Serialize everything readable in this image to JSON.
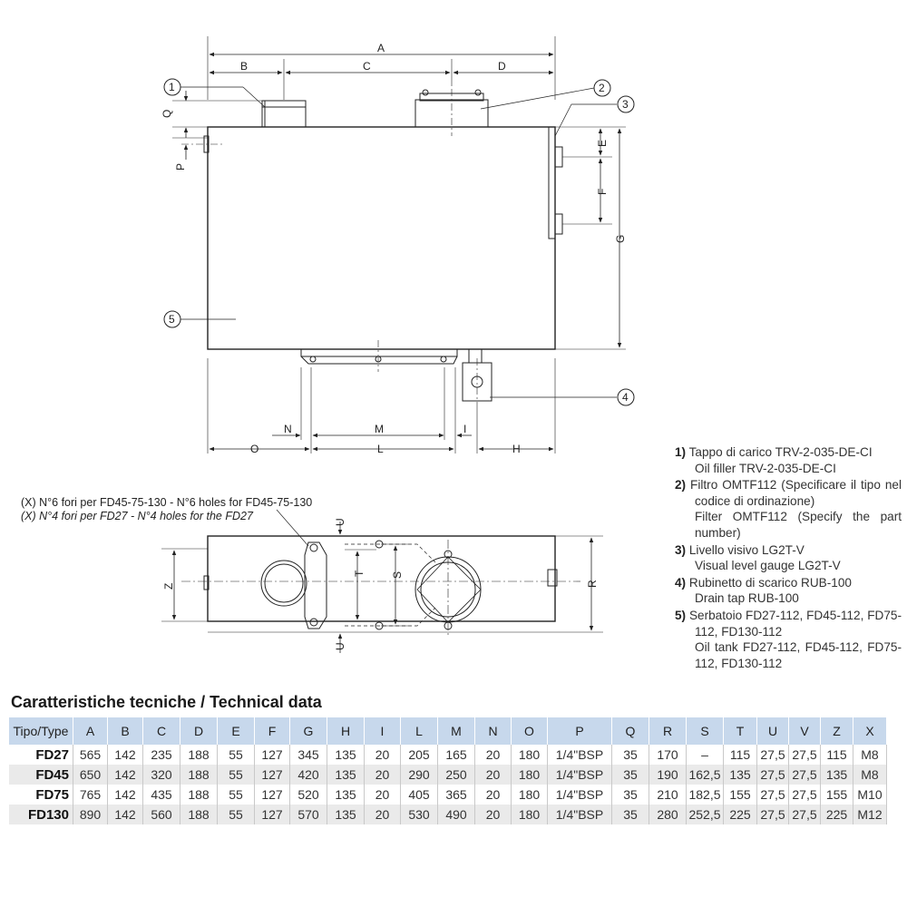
{
  "drawing": {
    "dims": {
      "A": "A",
      "B": "B",
      "C": "C",
      "D": "D",
      "E": "E",
      "F": "F",
      "G": "G",
      "H": "H",
      "I": "I",
      "L": "L",
      "M": "M",
      "N": "N",
      "O": "O",
      "P": "P",
      "Q": "Q",
      "R": "R",
      "S": "S",
      "T": "T",
      "U": "U",
      "Z": "Z"
    },
    "callouts": [
      "1",
      "2",
      "3",
      "4",
      "5"
    ],
    "note_x6": "(X) N°6 fori per FD45-75-130 - N°6 holes for FD45-75-130",
    "note_x4": "(X) N°4 fori per FD27 - N°4 holes for the FD27"
  },
  "legend": [
    {
      "num": "1)",
      "it": "Tappo di carico TRV-2-035-DE-CI",
      "en": "Oil filler TRV-2-035-DE-CI"
    },
    {
      "num": "2)",
      "it": "Filtro OMTF112 (Specificare il tipo nel codice di ordinazione)",
      "en": "Filter OMTF112 (Specify the part number)"
    },
    {
      "num": "3)",
      "it": "Livello visivo LG2T-V",
      "en": "Visual level gauge LG2T-V"
    },
    {
      "num": "4)",
      "it": "Rubinetto di scarico RUB-100",
      "en": "Drain tap RUB-100"
    },
    {
      "num": "5)",
      "it": "Serbatoio FD27-112, FD45-112, FD75-112, FD130-112",
      "en": "Oil tank FD27-112, FD45-112, FD75-112, FD130-112"
    }
  ],
  "table": {
    "title": "Caratteristiche tecniche / Technical data",
    "headers": [
      "Tipo/Type",
      "A",
      "B",
      "C",
      "D",
      "E",
      "F",
      "G",
      "H",
      "I",
      "L",
      "M",
      "N",
      "O",
      "P",
      "Q",
      "R",
      "S",
      "T",
      "U",
      "V",
      "Z",
      "X"
    ],
    "rows": [
      [
        "FD27",
        "565",
        "142",
        "235",
        "188",
        "55",
        "127",
        "345",
        "135",
        "20",
        "205",
        "165",
        "20",
        "180",
        "1/4\"BSP",
        "35",
        "170",
        "–",
        "115",
        "27,5",
        "27,5",
        "115",
        "M8"
      ],
      [
        "FD45",
        "650",
        "142",
        "320",
        "188",
        "55",
        "127",
        "420",
        "135",
        "20",
        "290",
        "250",
        "20",
        "180",
        "1/4\"BSP",
        "35",
        "190",
        "162,5",
        "135",
        "27,5",
        "27,5",
        "135",
        "M8"
      ],
      [
        "FD75",
        "765",
        "142",
        "435",
        "188",
        "55",
        "127",
        "520",
        "135",
        "20",
        "405",
        "365",
        "20",
        "180",
        "1/4\"BSP",
        "35",
        "210",
        "182,5",
        "155",
        "27,5",
        "27,5",
        "155",
        "M10"
      ],
      [
        "FD130",
        "890",
        "142",
        "560",
        "188",
        "55",
        "127",
        "570",
        "135",
        "20",
        "530",
        "490",
        "20",
        "180",
        "1/4\"BSP",
        "35",
        "280",
        "252,5",
        "225",
        "27,5",
        "27,5",
        "225",
        "M12"
      ]
    ]
  }
}
